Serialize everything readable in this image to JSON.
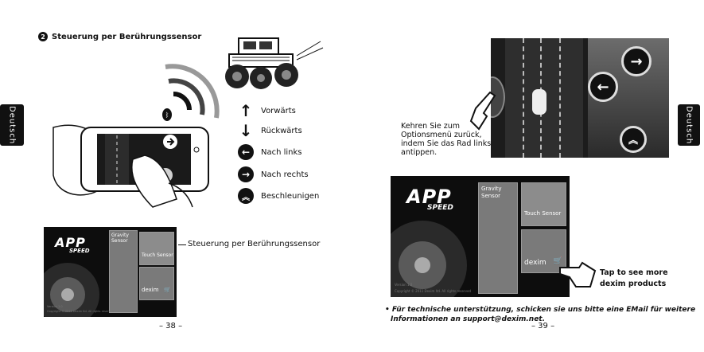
{
  "left_page": {
    "side_tab": "Deutsch",
    "heading_number": "2",
    "heading": "Steuerung per Berührungssensor",
    "controls": [
      {
        "icon": "arrow-up-icon",
        "label": "Vorwärts"
      },
      {
        "icon": "arrow-down-icon",
        "label": "Rückwärts"
      },
      {
        "icon": "arrow-left-circle-icon",
        "label": "Nach links"
      },
      {
        "icon": "arrow-right-circle-icon",
        "label": "Nach rechts"
      },
      {
        "icon": "accelerate-circle-icon",
        "label": "Beschleunigen"
      }
    ],
    "screenshot_caption": "Steuerung per Berührungssensor",
    "app": {
      "logo_main": "APP",
      "logo_sub": "SPEED",
      "tile_gravity": "Gravity Sensor",
      "tile_touch": "Touch Sensor",
      "tile_brand": "dexim",
      "version_line": "Version 1.0",
      "copyright_line": "Copyright © 2011 Dexim ltd. All rights reserved"
    },
    "page_number": "– 38 –"
  },
  "right_page": {
    "side_tab": "Deutsch",
    "wheel_note": "Kehren Sie zum Optionsmenü zurück, indem Sie das Rad links antippen.",
    "dexim_note_line1": "Tap to see more",
    "dexim_note_line2": "dexim products",
    "app": {
      "logo_main": "APP",
      "logo_sub": "SPEED",
      "tile_gravity": "Gravity Sensor",
      "tile_touch": "Touch Sensor",
      "tile_brand": "dexim",
      "version_line": "Version 1.0",
      "copyright_line": "Copyright © 2011 Dexim ltd. All rights reserved"
    },
    "support_note_bullet": "•",
    "support_note_line1": "Für technische unterstützung, schicken sie uns bitte eine EMail für weitere",
    "support_note_line2": "Informationen an support@dexim.net.",
    "page_number": "– 39 –"
  }
}
